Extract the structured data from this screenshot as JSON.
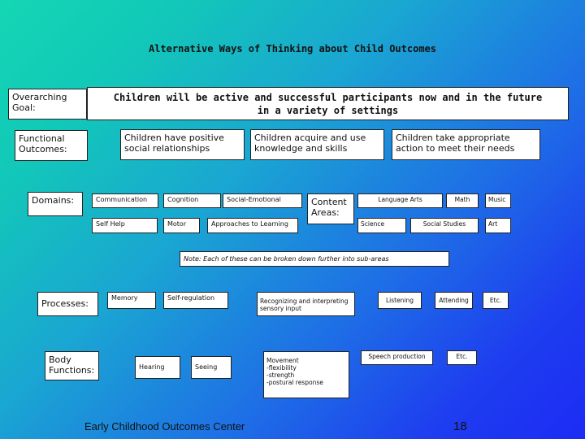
{
  "title": "Alternative Ways of Thinking about Child Outcomes",
  "overarching": {
    "label": "Overarching Goal:",
    "goal_line1": "Children will be active and successful participants now and in the future",
    "goal_line2": "in a variety of settings"
  },
  "functional": {
    "label": "Functional Outcomes:",
    "outcomes": [
      "Children have positive social relationships",
      "Children acquire and use knowledge and skills",
      "Children take appropriate action to meet their needs"
    ]
  },
  "domains": {
    "label": "Domains:",
    "items": [
      "Communication",
      "Cognition",
      "Social-Emotional",
      "Self Help",
      "Motor",
      "Approaches to Learning"
    ]
  },
  "content_areas": {
    "label": "Content Areas:",
    "items": [
      "Language Arts",
      "Math",
      "Music",
      "Science",
      "Social Studies",
      "Art"
    ]
  },
  "note": "Note:  Each of these can be broken down further into sub-areas",
  "processes": {
    "label": "Processes:",
    "items": [
      "Memory",
      "Self-regulation",
      "Recognizing and interpreting sensory input",
      "Listening",
      "Attending",
      "Etc."
    ]
  },
  "body_functions": {
    "label": "Body Functions:",
    "items": [
      "Hearing",
      "Seeing",
      "Speech  production",
      "Etc."
    ],
    "movement": {
      "title": "Movement",
      "lines": [
        "-flexibility",
        "-strength",
        "-postural response"
      ]
    }
  },
  "footer": "Early Childhood Outcomes Center",
  "page_number": "18"
}
